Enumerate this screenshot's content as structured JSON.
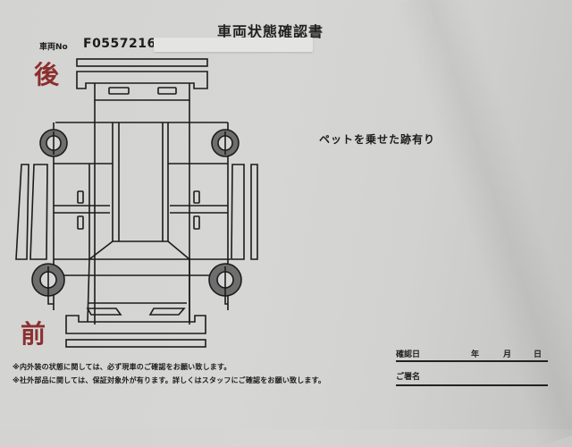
{
  "document": {
    "title": "車両状態確認書",
    "vehicle_no_label": "車両No",
    "vehicle_no_value": "F0557216",
    "diagram": {
      "rear_label": "後",
      "front_label": "前"
    },
    "remarks": "ペットを乗せた跡有り",
    "notes": [
      "※内外装の状態に関しては、必ず現車のご確認をお願い致します。",
      "※社外部品に関しては、保証対象外が有ります。詳しくはスタッフにご確認をお願い致します。"
    ],
    "confirmation": {
      "date_label": "確認日",
      "year_label": "年",
      "month_label": "月",
      "day_label": "日",
      "signature_label": "ご署名"
    }
  },
  "colors": {
    "paper": "#d4d4d2",
    "ink": "#1c1c1c",
    "accent_red": "#8c2e2e",
    "tire_gray": "#6e6e6e"
  }
}
